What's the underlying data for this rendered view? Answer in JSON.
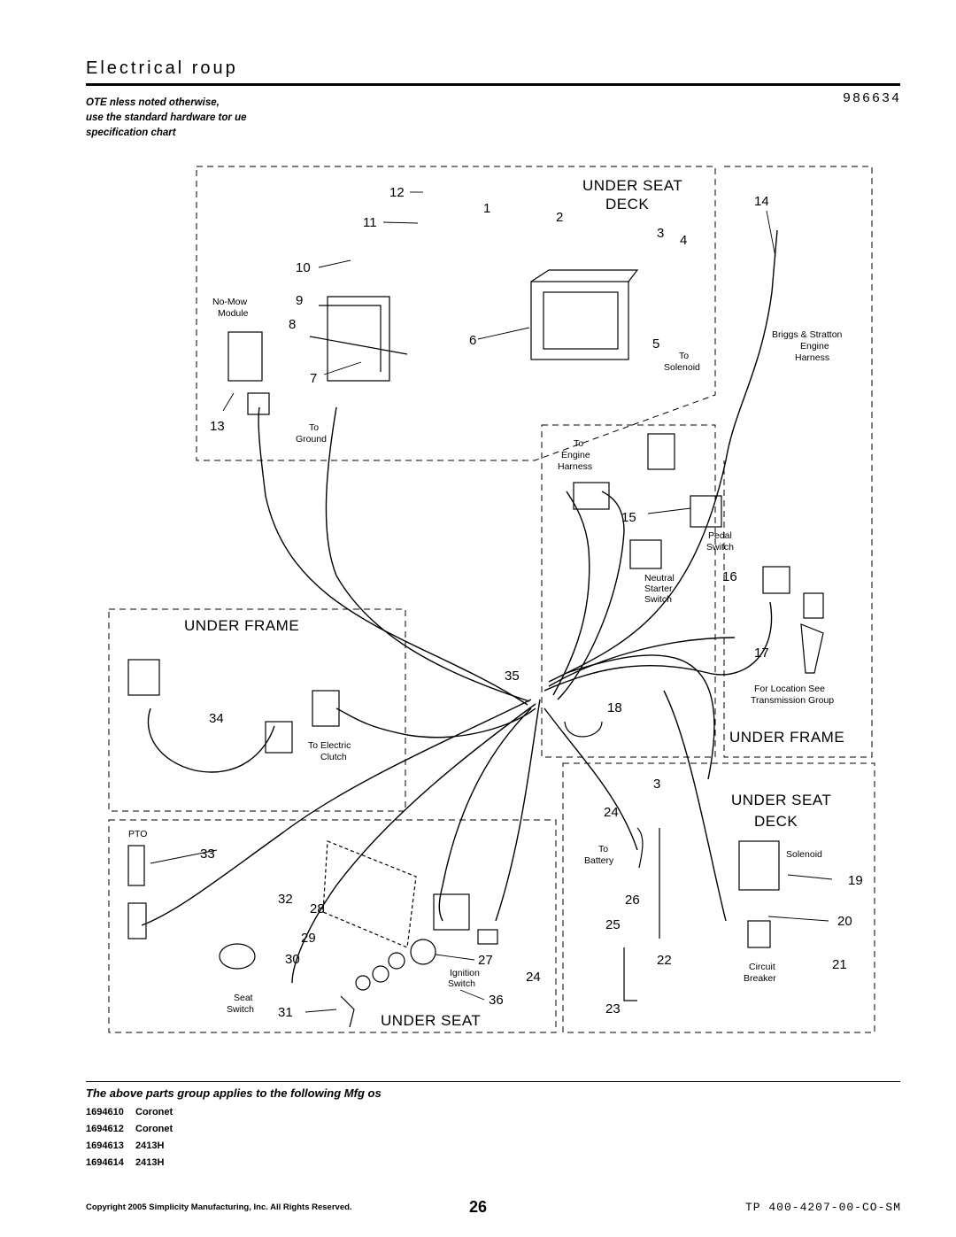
{
  "header": {
    "title": "Electrical   roup",
    "diagram_number": "986634",
    "note_lines": [
      "OTE   nless noted otherwise,",
      "use the standard hardware tor  ue",
      "specification chart"
    ]
  },
  "diagram": {
    "section_headers": {
      "under_seat_deck_top": [
        "UNDER SEAT",
        "DECK"
      ],
      "under_frame_left": "UNDER FRAME",
      "under_frame_right": "UNDER FRAME",
      "under_seat_deck_right": [
        "UNDER SEAT",
        "DECK"
      ],
      "under_seat_bottom": "UNDER SEAT"
    },
    "labels": {
      "no_mow_module": [
        "No-Mow",
        "Module"
      ],
      "to_ground": [
        "To",
        "Ground"
      ],
      "to_solenoid": [
        "To",
        "Solenoid"
      ],
      "engine_harness_bs": [
        "Briggs & Stratton",
        "Engine",
        "Harness"
      ],
      "to_engine_harness": [
        "To",
        "Engine",
        "Harness"
      ],
      "pedal_switch": [
        "Pedal",
        "Switch"
      ],
      "neutral_starter_switch": [
        "Neutral",
        "Starter",
        "Switch"
      ],
      "for_location": [
        "For Location See",
        "Transmission Group"
      ],
      "to_electric_clutch": [
        "To Electric",
        "Clutch"
      ],
      "pto": "PTO",
      "to_battery": [
        "To",
        "Battery"
      ],
      "solenoid": "Solenoid",
      "circuit_breaker": [
        "Circuit",
        "Breaker"
      ],
      "ignition_switch": [
        "Ignition",
        "Switch"
      ],
      "seat_switch": [
        "Seat",
        "Switch"
      ]
    },
    "callouts": {
      "c12": "12",
      "c11": "11",
      "c1": "1",
      "c2": "2",
      "c3a": "3",
      "c4": "4",
      "c14": "14",
      "c10": "10",
      "c9": "9",
      "c8": "8",
      "c6": "6",
      "c5": "5",
      "c7": "7",
      "c13": "13",
      "c15": "15",
      "c16": "16",
      "c17": "17",
      "c35": "35",
      "c18": "18",
      "c34": "34",
      "c3b": "3",
      "c24a": "24",
      "c33": "33",
      "c19": "19",
      "c32": "32",
      "c28": "28",
      "c26": "26",
      "c20": "20",
      "c29": "29",
      "c25": "25",
      "c30": "30",
      "c27": "27",
      "c22": "22",
      "c21": "21",
      "c24b": "24",
      "c36": "36",
      "c31": "31",
      "c23": "23"
    }
  },
  "applies_text": "The above parts group applies to the following Mfg    os",
  "models": [
    {
      "number": "1694610",
      "name": "Coronet"
    },
    {
      "number": "1694612",
      "name": "Coronet"
    },
    {
      "number": "1694613",
      "name": "2413H"
    },
    {
      "number": "1694614",
      "name": "2413H"
    }
  ],
  "footer": {
    "copyright": "Copyright 2005 Simplicity Manufacturing, Inc. All Rights Reserved.",
    "page_number": "26",
    "doc_number": "TP 400-4207-00-CO-SM"
  }
}
